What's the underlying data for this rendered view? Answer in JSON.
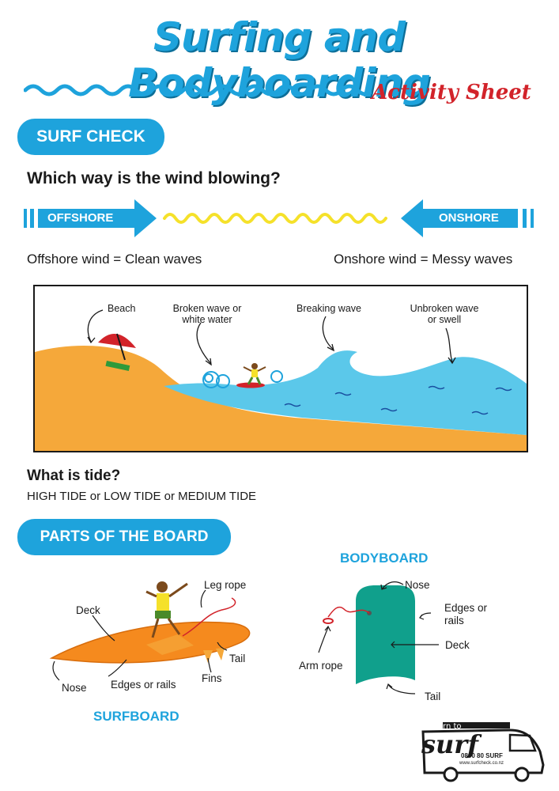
{
  "header": {
    "title": "Surfing and Bodyboarding",
    "subtitle": "Activity Sheet"
  },
  "surf_check": {
    "heading": "SURF CHECK",
    "question": "Which way is the wind blowing?",
    "offshore_label": "OFFSHORE",
    "onshore_label": "ONSHORE",
    "offshore_caption": "Offshore wind = Clean waves",
    "onshore_caption": "Onshore wind = Messy waves"
  },
  "beach_diagram": {
    "beach": "Beach",
    "broken_wave": "Broken wave or white water",
    "breaking_wave": "Breaking wave",
    "unbroken_wave": "Unbroken wave or swell"
  },
  "tide": {
    "question": "What is tide?",
    "answer": "HIGH TIDE or LOW TIDE or MEDIUM TIDE"
  },
  "board": {
    "heading": "PARTS OF THE BOARD",
    "surfboard": {
      "title": "SURFBOARD",
      "deck": "Deck",
      "leg_rope": "Leg rope",
      "tail": "Tail",
      "fins": "Fins",
      "edges": "Edges or rails",
      "nose": "Nose"
    },
    "bodyboard": {
      "title": "BODYBOARD",
      "nose": "Nose",
      "edges": "Edges or rails",
      "deck": "Deck",
      "arm_rope": "Arm rope",
      "tail": "Tail"
    }
  },
  "logo": {
    "top": "learn to",
    "main": "surf",
    "phone": "0800 80 SURF",
    "web": "www.surfcheck.co.nz"
  },
  "colors": {
    "blue": "#1ea3dc",
    "red": "#d2232a",
    "sand": "#f5a83a",
    "water": "#5bc8ea",
    "yellow": "#f5e12a",
    "teal": "#10a08c"
  }
}
